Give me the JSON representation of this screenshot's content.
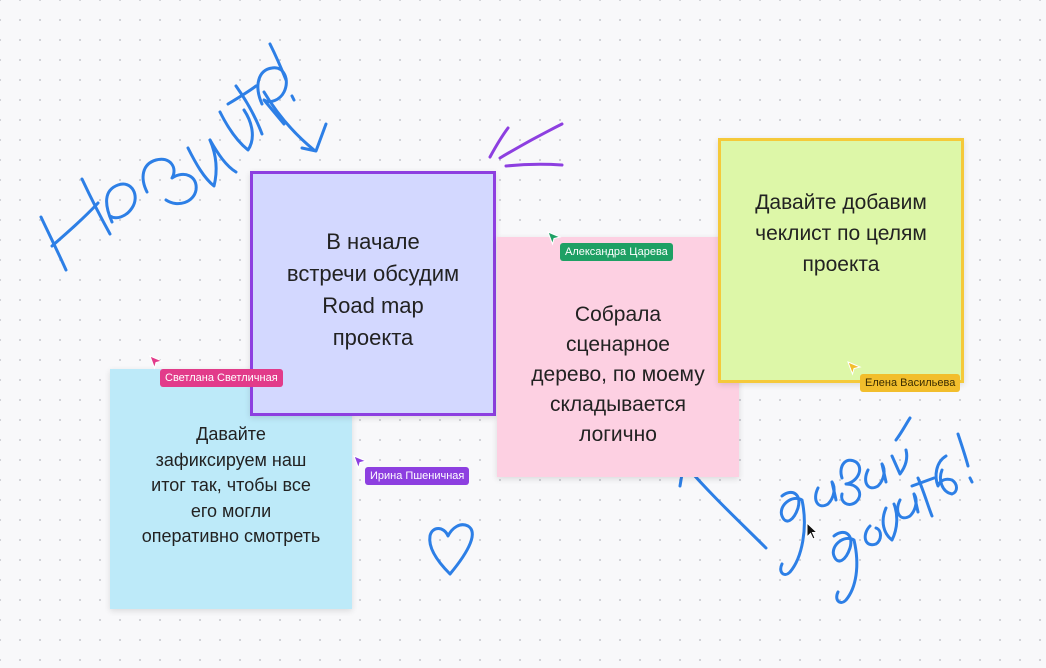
{
  "board": {
    "background": "#f8f8fa",
    "annotations": {
      "color": "#2d7fe6",
      "accent_color": "#8d3fe0",
      "handwritten_left": "Нравится!",
      "handwritten_right_1": "давай",
      "handwritten_right_2": "делать!",
      "doodles": [
        "arrow-down-right",
        "spark-lines",
        "heart",
        "arrow-up-left"
      ]
    }
  },
  "stickies": {
    "blue": {
      "color": "#bdeaf9",
      "lines": [
        "Давайте",
        "зафиксируем наш",
        "итог так, чтобы все",
        "его могли",
        "оперативно смотреть"
      ]
    },
    "purple": {
      "color": "#d3d8ff",
      "border_color": "#8d3fe0",
      "lines": [
        "В начале",
        "встречи обсудим",
        "Road map",
        "проекта"
      ]
    },
    "pink": {
      "color": "#fdd0e2",
      "lines": [
        "Собрала",
        "сценарное",
        "дерево, по моему",
        "складывается",
        "логично"
      ]
    },
    "green": {
      "color": "#ddf7a8",
      "border_color": "#f5c93a",
      "lines": [
        "Давайте добавим",
        "чеклист по целям",
        "проекта"
      ]
    }
  },
  "collaborators": [
    {
      "name": "Светлана Светличная",
      "color": "#e23b8a",
      "icon": "cursor-arrow-icon"
    },
    {
      "name": "Ирина Пшеничная",
      "color": "#8d3fe0",
      "icon": "cursor-arrow-icon"
    },
    {
      "name": "Александра Царева",
      "color": "#1ea064",
      "icon": "cursor-arrow-icon"
    },
    {
      "name": "Елена Васильева",
      "color": "#f2be2c",
      "icon": "cursor-arrow-icon"
    }
  ],
  "local_pointer": {
    "icon": "mouse-pointer-icon",
    "color": "#111111"
  }
}
